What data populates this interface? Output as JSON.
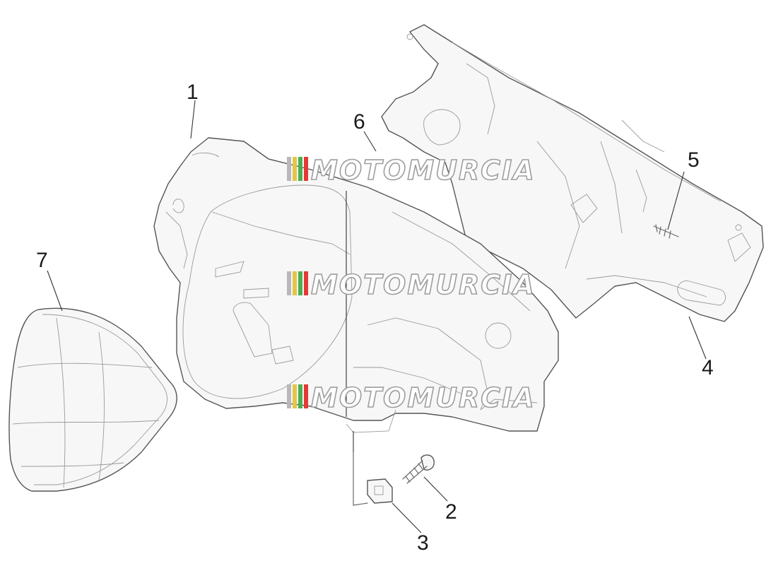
{
  "callouts": [
    {
      "id": "1",
      "label": "1"
    },
    {
      "id": "2",
      "label": "2"
    },
    {
      "id": "3",
      "label": "3"
    },
    {
      "id": "4",
      "label": "4"
    },
    {
      "id": "5",
      "label": "5"
    },
    {
      "id": "6",
      "label": "6"
    },
    {
      "id": "7",
      "label": "7"
    }
  ],
  "watermark": {
    "text": "MOTOMURCIA",
    "colors": [
      "#b8b8b8",
      "#e3c64a",
      "#4caf50",
      "#e53935"
    ]
  },
  "colors": {
    "background": "#ffffff",
    "line": "#555555",
    "detail": "#9a9a9a"
  }
}
